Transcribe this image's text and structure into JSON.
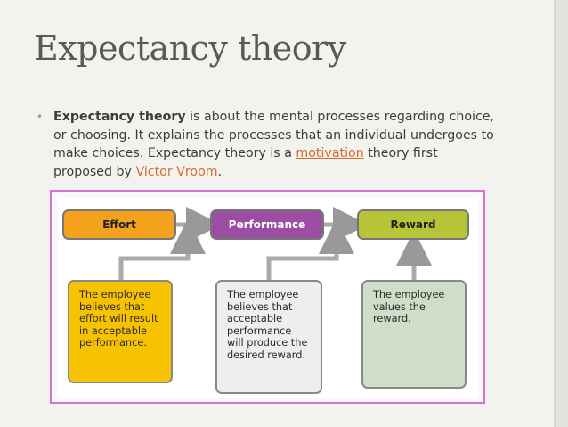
{
  "slide": {
    "title": "Expectancy theory",
    "paragraph": {
      "bold_term": "Expectancy theory",
      "text_1": " is about the mental processes regarding choice, or choosing. It explains the processes that an individual undergoes to make choices. Expectancy theory is a ",
      "link_1": "motivation",
      "text_2": " theory first proposed by ",
      "link_2": "Victor Vroom",
      "text_3": "."
    }
  },
  "diagram": {
    "stages": [
      {
        "label": "Effort",
        "color": "#f4a21e"
      },
      {
        "label": "Performance",
        "color": "#9b4ea3"
      },
      {
        "label": "Reward",
        "color": "#b8c437"
      }
    ],
    "descriptions": [
      "The employee believes that effort will result in acceptable performance.",
      "The employee believes that acceptable performance will produce the desired reward.",
      "The employee values the reward."
    ]
  },
  "colors": {
    "frame_border": "#d575d0",
    "link": "#d86c2c",
    "title": "#5b5a52"
  }
}
